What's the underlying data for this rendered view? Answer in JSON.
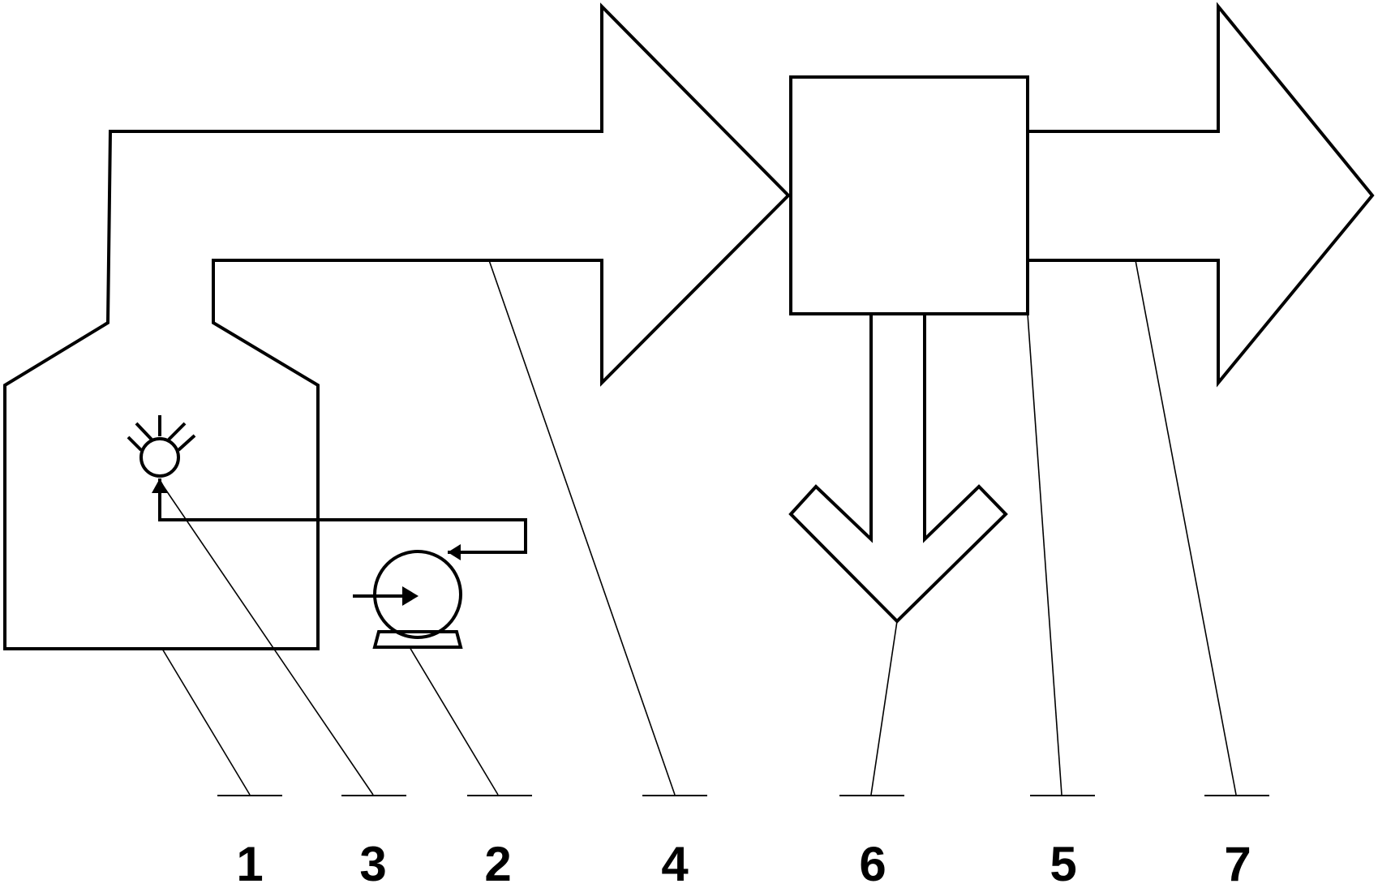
{
  "labels": {
    "tower": "1",
    "pump": "2",
    "nozzle": "3",
    "duct_arrow": "4",
    "box": "5",
    "down_arrow": "6",
    "output_arrow": "7"
  }
}
